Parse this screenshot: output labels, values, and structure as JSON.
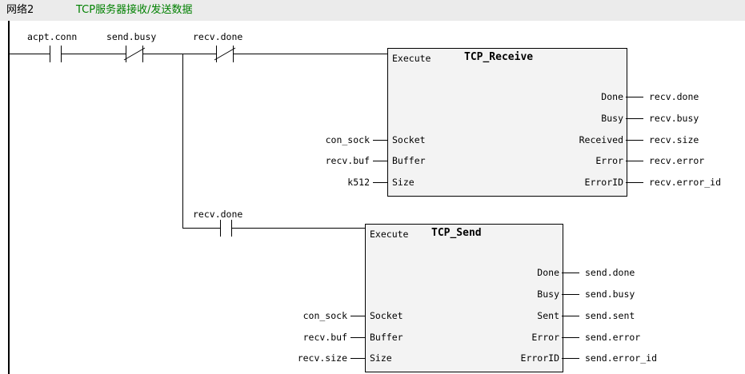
{
  "network": {
    "number": "网络2",
    "title": "TCP服务器接收/发送数据"
  },
  "contacts": {
    "acpt_conn": "acpt.conn",
    "send_busy": "send.busy",
    "recv_done_1": "recv.done",
    "recv_done_2": "recv.done"
  },
  "tcp_receive": {
    "name": "TCP_Receive",
    "execute": "Execute",
    "inputs": [
      {
        "pin": "Socket",
        "var": "con_sock"
      },
      {
        "pin": "Buffer",
        "var": "recv.buf"
      },
      {
        "pin": "Size",
        "var": "k512"
      }
    ],
    "outputs": [
      {
        "pin": "Done",
        "var": "recv.done"
      },
      {
        "pin": "Busy",
        "var": "recv.busy"
      },
      {
        "pin": "Received",
        "var": "recv.size"
      },
      {
        "pin": "Error",
        "var": "recv.error"
      },
      {
        "pin": "ErrorID",
        "var": "recv.error_id"
      }
    ]
  },
  "tcp_send": {
    "name": "TCP_Send",
    "execute": "Execute",
    "inputs": [
      {
        "pin": "Socket",
        "var": "con_sock"
      },
      {
        "pin": "Buffer",
        "var": "recv.buf"
      },
      {
        "pin": "Size",
        "var": "recv.size"
      }
    ],
    "outputs": [
      {
        "pin": "Done",
        "var": "send.done"
      },
      {
        "pin": "Busy",
        "var": "send.busy"
      },
      {
        "pin": "Sent",
        "var": "send.sent"
      },
      {
        "pin": "Error",
        "var": "send.error"
      },
      {
        "pin": "ErrorID",
        "var": "send.error_id"
      }
    ]
  }
}
